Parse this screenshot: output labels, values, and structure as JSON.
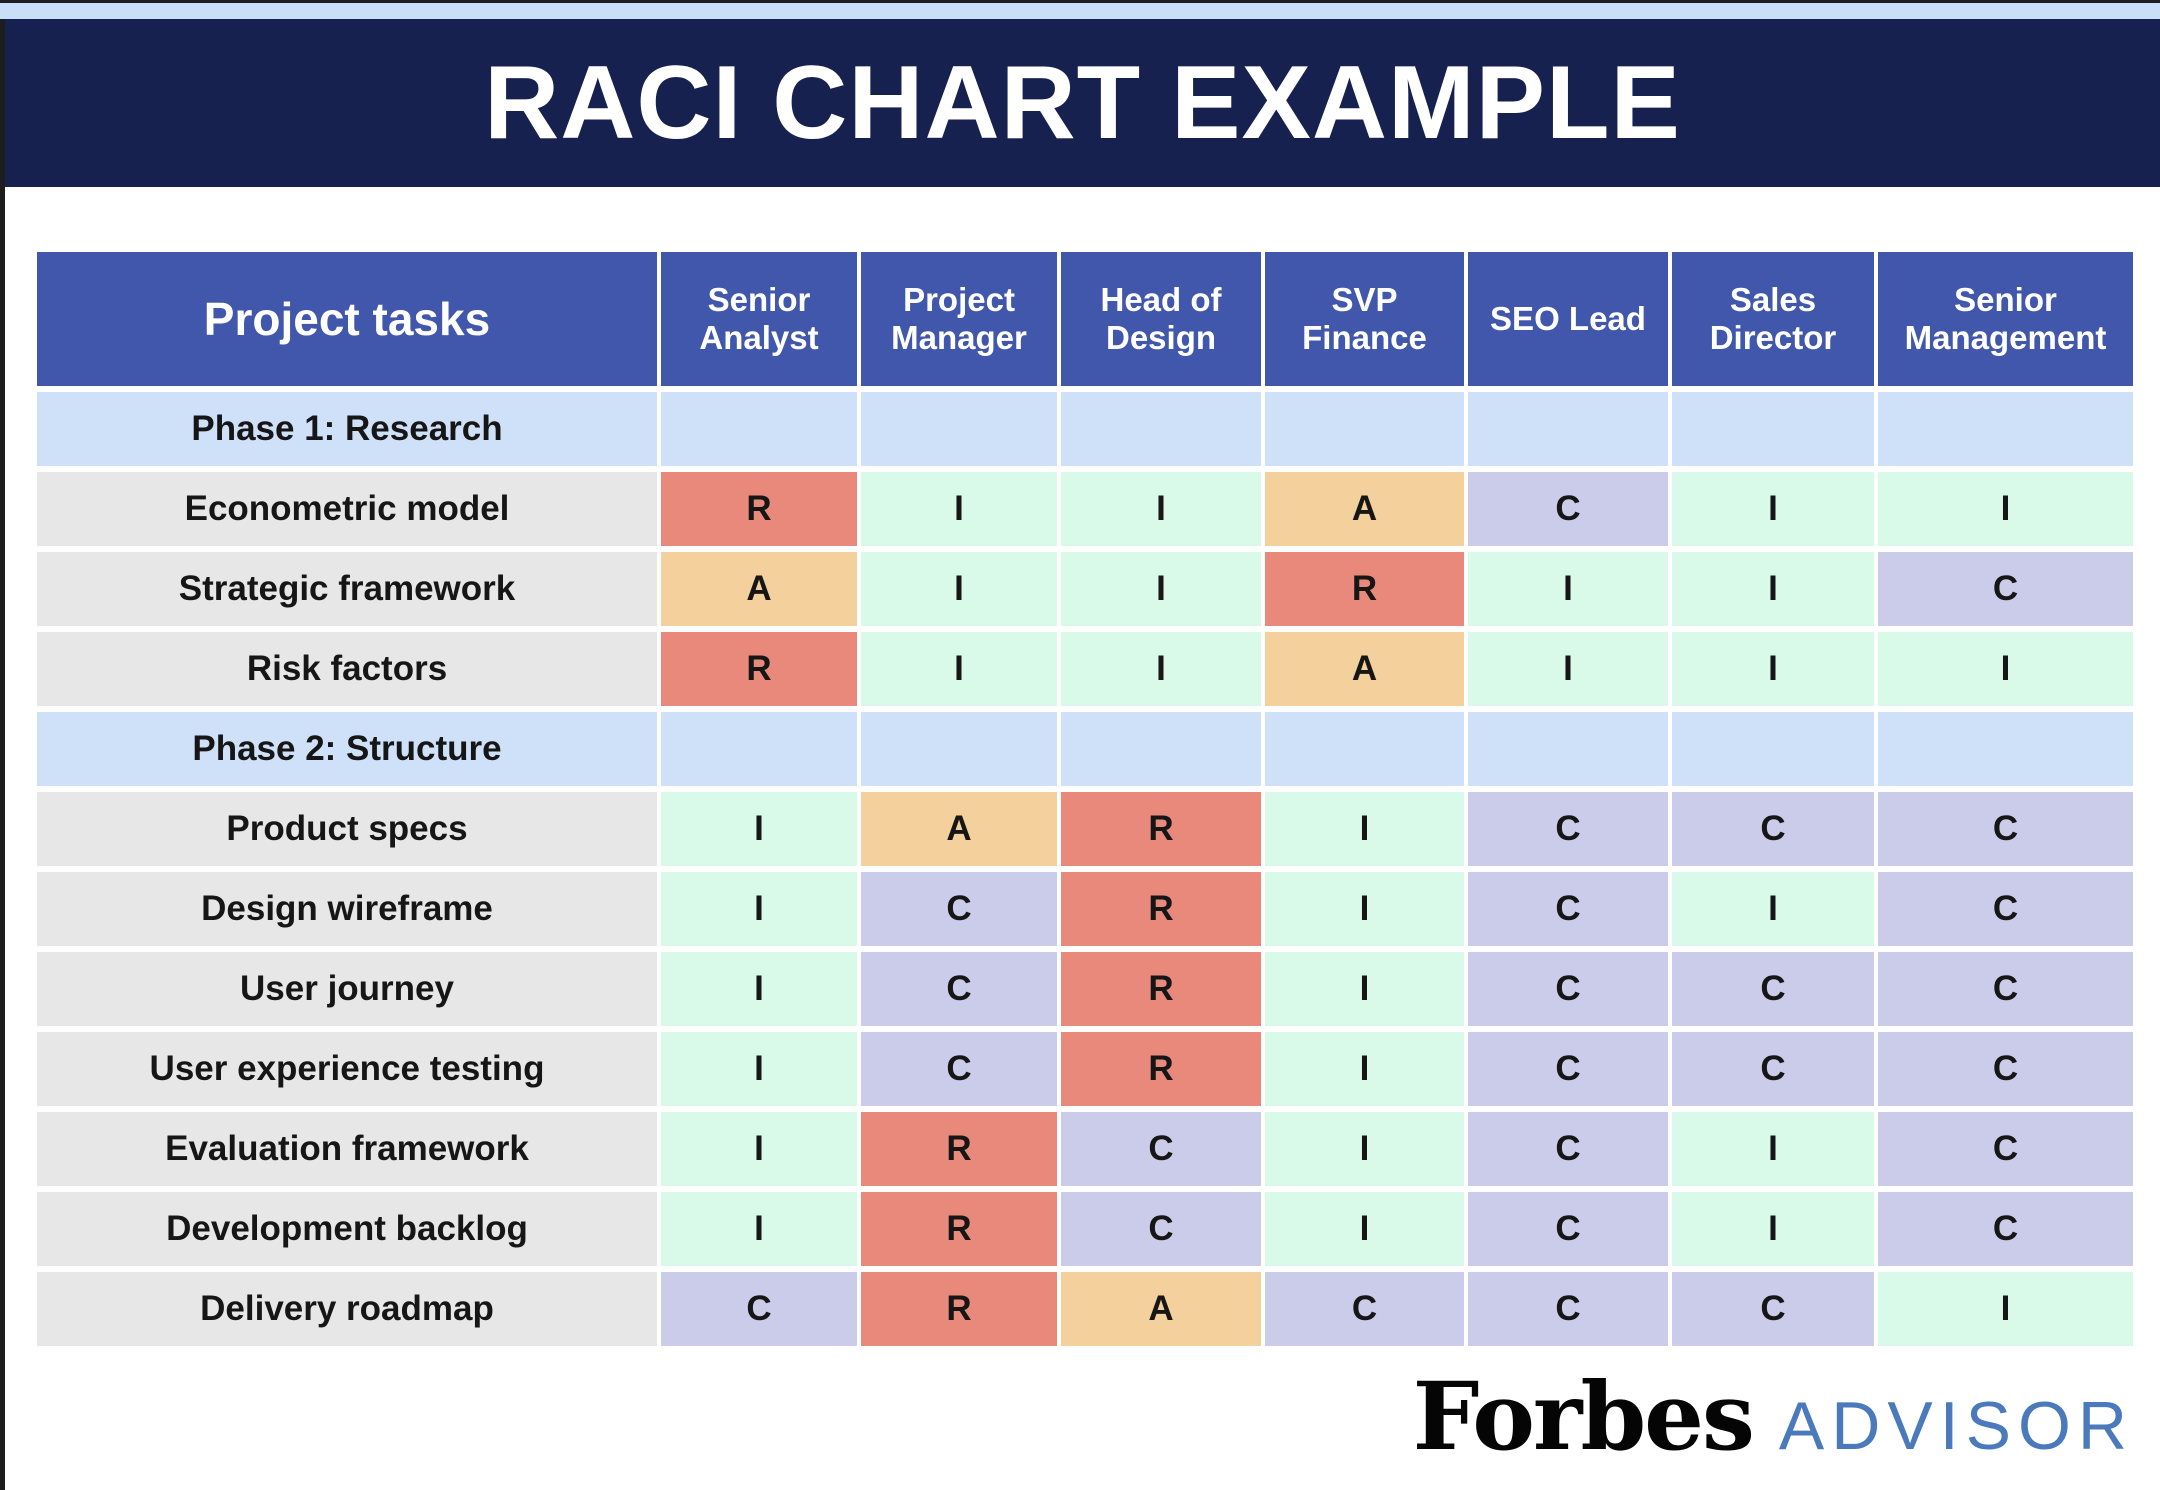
{
  "title": "RACI CHART EXAMPLE",
  "logo": {
    "primary": "Forbes",
    "secondary": "ADVISOR"
  },
  "colors": {
    "title_band_bg": "#17214f",
    "top_strip_bg": "#c9def7",
    "header_cell_bg": "#4157ab",
    "phase_row_bg": "#cfe0f9",
    "task_label_bg": "#e8e7e7",
    "responsible_r_bg": "#e9897c",
    "accountable_a_bg": "#f3d09c",
    "informed_i_bg": "#d9fae9",
    "consulted_c_bg": "#cbcbea",
    "advisor_text": "#4a7abc"
  },
  "chart_data": {
    "type": "table",
    "title": "RACI CHART EXAMPLE",
    "columns": [
      "Project tasks",
      "Senior Analyst",
      "Project Manager",
      "Head of Design",
      "SVP Finance",
      "SEO Lead",
      "Sales Director",
      "Senior Management"
    ],
    "cell_color_codes": {
      "R": "#e9897c",
      "A": "#f3d09c",
      "I": "#d9fae9",
      "C": "#cbcbea"
    },
    "rows": [
      {
        "type": "phase",
        "label": "Phase 1: Research",
        "cells": [
          "",
          "",
          "",
          "",
          "",
          "",
          ""
        ]
      },
      {
        "type": "task",
        "label": "Econometric model",
        "cells": [
          "R",
          "I",
          "I",
          "A",
          "C",
          "I",
          "I"
        ]
      },
      {
        "type": "task",
        "label": "Strategic framework",
        "cells": [
          "A",
          "I",
          "I",
          "R",
          "I",
          "I",
          "C"
        ]
      },
      {
        "type": "task",
        "label": "Risk factors",
        "cells": [
          "R",
          "I",
          "I",
          "A",
          "I",
          "I",
          "I"
        ]
      },
      {
        "type": "phase",
        "label": "Phase 2: Structure",
        "cells": [
          "",
          "",
          "",
          "",
          "",
          "",
          ""
        ]
      },
      {
        "type": "task",
        "label": "Product specs",
        "cells": [
          "I",
          "A",
          "R",
          "I",
          "C",
          "C",
          "C"
        ]
      },
      {
        "type": "task",
        "label": "Design wireframe",
        "cells": [
          "I",
          "C",
          "R",
          "I",
          "C",
          "I",
          "C"
        ]
      },
      {
        "type": "task",
        "label": "User journey",
        "cells": [
          "I",
          "C",
          "R",
          "I",
          "C",
          "C",
          "C"
        ]
      },
      {
        "type": "task",
        "label": "User experience testing",
        "cells": [
          "I",
          "C",
          "R",
          "I",
          "C",
          "C",
          "C"
        ]
      },
      {
        "type": "task",
        "label": "Evaluation framework",
        "cells": [
          "I",
          "R",
          "C",
          "I",
          "C",
          "I",
          "C"
        ]
      },
      {
        "type": "task",
        "label": "Development backlog",
        "cells": [
          "I",
          "R",
          "C",
          "I",
          "C",
          "I",
          "C"
        ]
      },
      {
        "type": "task",
        "label": "Delivery roadmap",
        "cells": [
          "C",
          "R",
          "A",
          "C",
          "C",
          "C",
          "I"
        ]
      }
    ]
  }
}
